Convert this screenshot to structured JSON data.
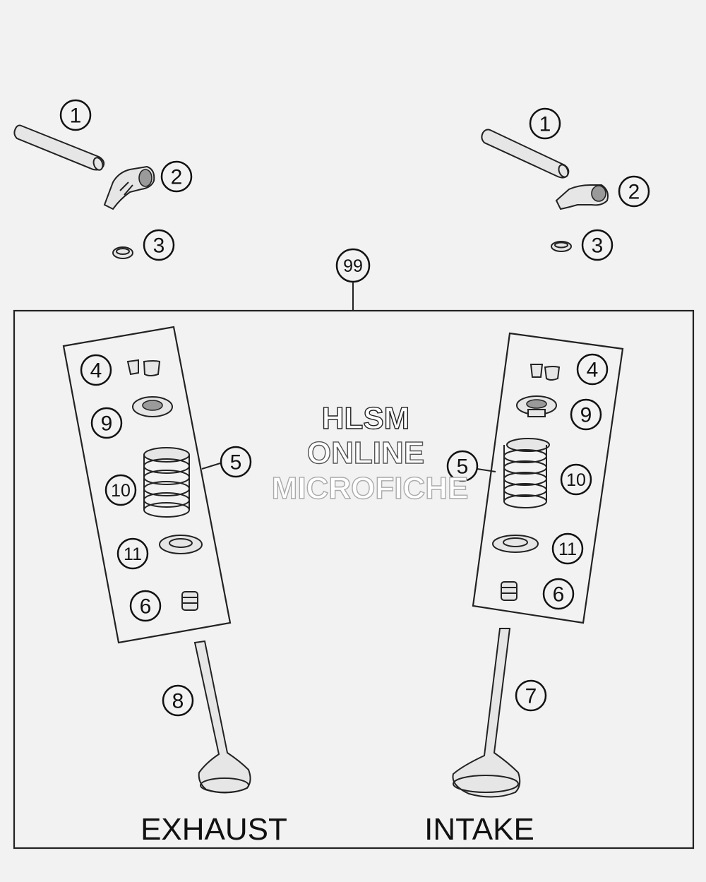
{
  "callouts": {
    "left_1": "1",
    "left_2": "2",
    "left_3": "3",
    "right_1": "1",
    "right_2": "2",
    "right_3": "3",
    "assembly": "99",
    "left_4": "4",
    "left_9": "9",
    "left_5": "5",
    "left_10": "10",
    "left_11": "11",
    "left_6": "6",
    "left_8": "8",
    "right_4": "4",
    "right_9": "9",
    "right_5": "5",
    "right_10": "10",
    "right_11": "11",
    "right_6": "6",
    "right_7": "7"
  },
  "labels": {
    "exhaust": "EXHAUST",
    "intake": "INTAKE"
  },
  "watermark": {
    "line1": "HLSM",
    "line2": "ONLINE",
    "line3": "MICROFICHE"
  }
}
